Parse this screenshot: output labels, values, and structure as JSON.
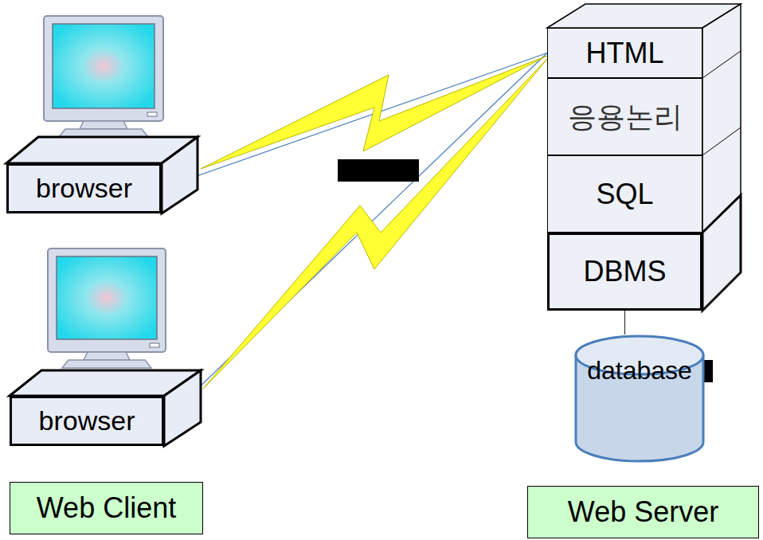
{
  "diagram": {
    "nodes": [
      {
        "text": [
          "HTML"
        ]
      },
      {
        "text": [
          "응용논리"
        ]
      },
      {
        "text": [
          "SQL"
        ]
      },
      {
        "text": [
          "DBMS"
        ]
      },
      {
        "text": [
          "browser"
        ]
      },
      {
        "text": [
          "browser"
        ]
      },
      {
        "text": [
          "database"
        ]
      },
      {
        "text": [
          "Web Client"
        ]
      },
      {
        "text": [
          "Web Server"
        ]
      }
    ],
    "edges": [
      {
        "from": 4,
        "to": 0,
        "arrow": "none"
      },
      {
        "from": 5,
        "to": 0,
        "arrow": "none"
      },
      {
        "from": 3,
        "to": 6,
        "arrow": "none"
      }
    ]
  }
}
